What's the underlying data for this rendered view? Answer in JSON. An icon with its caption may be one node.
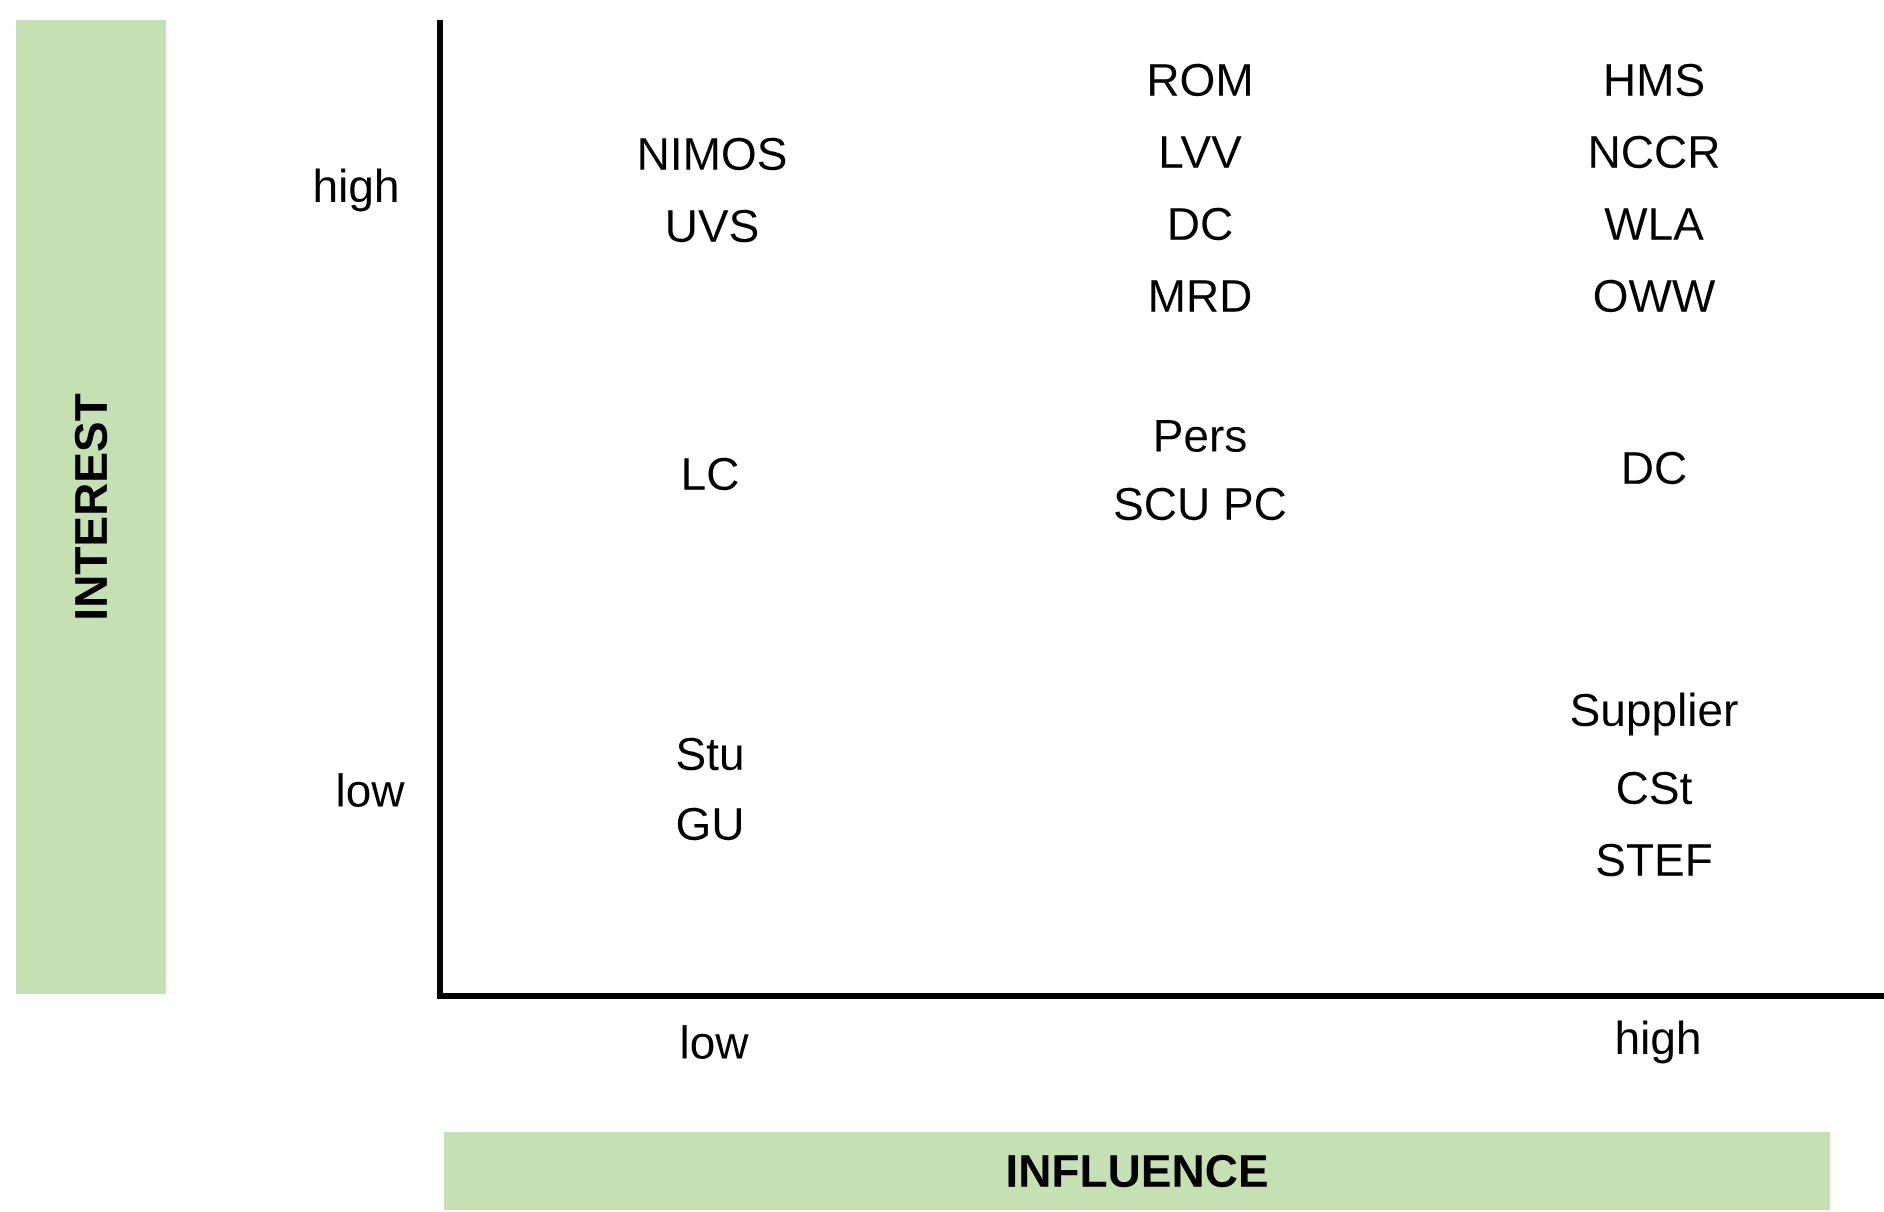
{
  "diagram": {
    "nodes": [
      {
        "text": [
          "INTEREST"
        ]
      },
      {
        "text": [
          "INFLUENCE"
        ]
      }
    ],
    "labels": [
      "high",
      "low",
      "NIMOS",
      "UVS",
      "ROM",
      "LVV",
      "DC",
      "MRD",
      "HMS",
      "NCCR",
      "WLA",
      "OWW",
      "LC",
      "Pers",
      "SCU PC",
      "DC",
      "Stu",
      "GU",
      "Supplier",
      "CSt",
      "STEF",
      "low",
      "high"
    ]
  }
}
